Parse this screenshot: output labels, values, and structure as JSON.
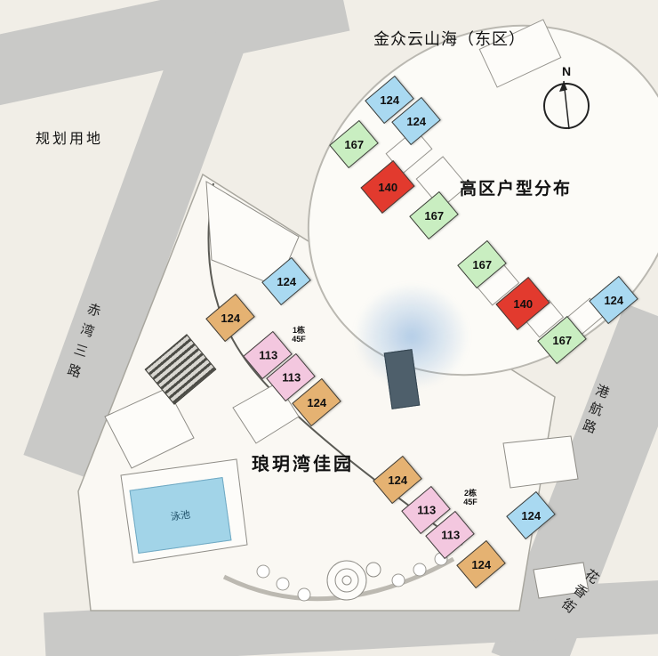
{
  "title": "金众云山海（东区）",
  "labels": {
    "planned_land": "规划用地",
    "site_name": "琅玥湾佳园",
    "pool": "泳池"
  },
  "roads": {
    "left": "赤湾三路",
    "right": "港航路",
    "bottom_right": "花香街"
  },
  "inset": {
    "title": "高区户型分布",
    "compass_label": "N",
    "units": [
      {
        "value": "124",
        "type": "blue"
      },
      {
        "value": "124",
        "type": "blue"
      },
      {
        "value": "167",
        "type": "green"
      },
      {
        "value": "140",
        "type": "red"
      },
      {
        "value": "167",
        "type": "green"
      },
      {
        "value": "167",
        "type": "green"
      },
      {
        "value": "140",
        "type": "red"
      },
      {
        "value": "167",
        "type": "green"
      },
      {
        "value": "124",
        "type": "blue"
      }
    ]
  },
  "site": {
    "towers": [
      {
        "name": "1栋",
        "floors": "45F"
      },
      {
        "name": "2栋",
        "floors": "45F"
      }
    ],
    "units": [
      {
        "value": "124",
        "type": "blue"
      },
      {
        "value": "124",
        "type": "tan"
      },
      {
        "value": "113",
        "type": "pink"
      },
      {
        "value": "113",
        "type": "pink"
      },
      {
        "value": "124",
        "type": "tan"
      },
      {
        "value": "124",
        "type": "tan"
      },
      {
        "value": "113",
        "type": "pink"
      },
      {
        "value": "113",
        "type": "pink"
      },
      {
        "value": "124",
        "type": "blue"
      },
      {
        "value": "124",
        "type": "tan"
      }
    ]
  },
  "colors": {
    "background": "#f1eee7",
    "road": "#c9c9c7",
    "pool": "#a2d4e8",
    "unit_blue": "#a9d9f1",
    "unit_green": "#c9eec1",
    "unit_red": "#e23a2e",
    "unit_tan": "#e5b272",
    "unit_pink": "#f3c7df"
  }
}
